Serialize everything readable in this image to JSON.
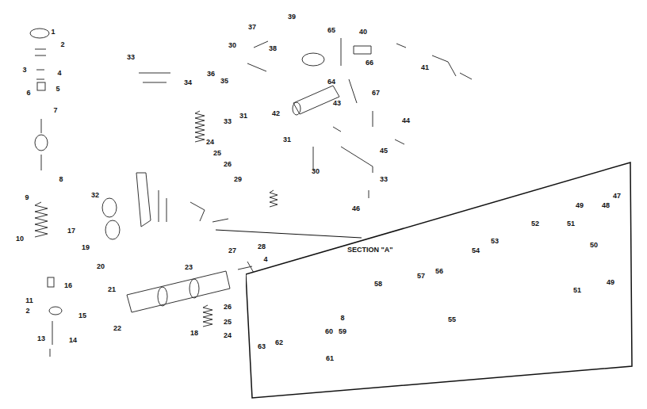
{
  "diagram": {
    "nodes": [
      {
        "text": [
          "SECTION \"A\""
        ]
      }
    ],
    "labels": [
      "1",
      "2",
      "3",
      "4",
      "6",
      "5",
      "7",
      "8",
      "9",
      "10",
      "17",
      "19",
      "20",
      "16",
      "11",
      "2",
      "15",
      "13",
      "14",
      "21",
      "22",
      "32",
      "23",
      "27",
      "28",
      "4",
      "26",
      "25",
      "24",
      "18",
      "33",
      "34",
      "36",
      "35",
      "30",
      "37",
      "38",
      "39",
      "65",
      "40",
      "66",
      "41",
      "64",
      "67",
      "43",
      "42",
      "31",
      "33",
      "24",
      "25",
      "26",
      "29",
      "31",
      "44",
      "45",
      "30",
      "33",
      "46",
      "49",
      "48",
      "47",
      "52",
      "51",
      "53",
      "54",
      "50",
      "57",
      "56",
      "58",
      "55",
      "51",
      "49",
      "8",
      "60",
      "59",
      "63",
      "62",
      "61"
    ]
  }
}
